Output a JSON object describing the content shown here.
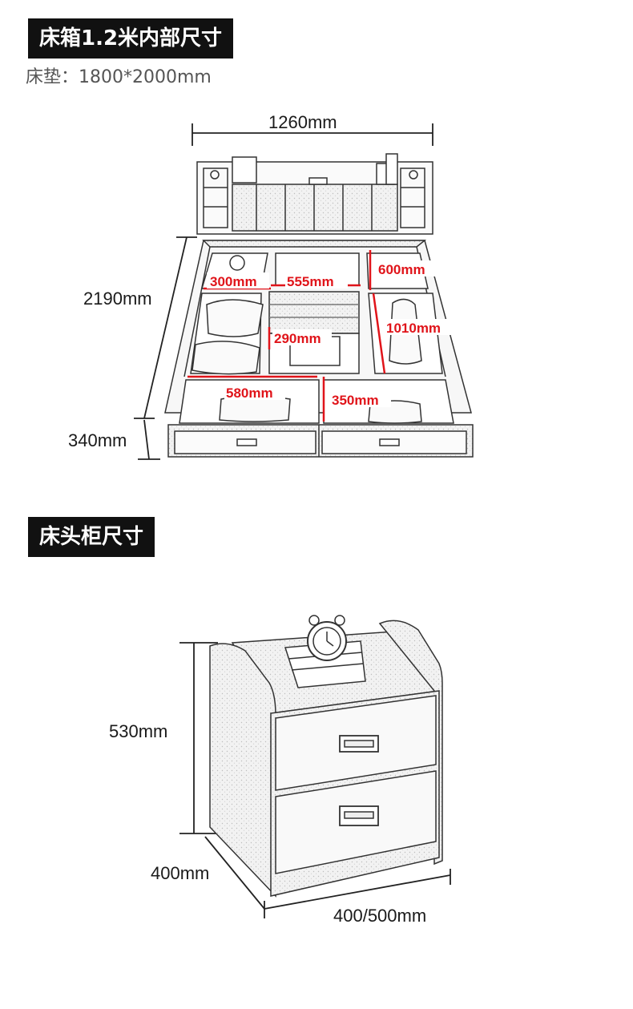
{
  "bed": {
    "title": "床箱1.2米内部尺寸",
    "mattress": "床垫：1800*2000mm",
    "width_label": "1260mm",
    "length_label": "2190mm",
    "height_label": "340mm",
    "compartments": {
      "top_left": "300mm",
      "top_middle": "555mm",
      "top_right": "600mm",
      "mid_middle": "290mm",
      "right_long": "1010mm",
      "bottom_left": "580mm",
      "bottom_right": "350mm"
    }
  },
  "nightstand": {
    "title": "床头柜尺寸",
    "height_label": "530mm",
    "depth_label": "400mm",
    "width_label": "400/500mm"
  },
  "colors": {
    "title_bg": "#111111",
    "dimension_red": "#e0141a",
    "line": "#1a1a1a"
  }
}
